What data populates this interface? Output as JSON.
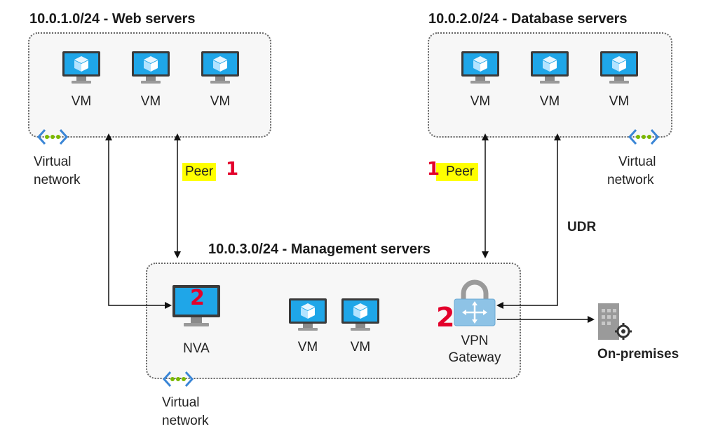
{
  "subnets": {
    "web": {
      "title": "10.0.1.0/24 - Web servers",
      "vm_labels": [
        "VM",
        "VM",
        "VM"
      ],
      "vnet_label": [
        "Virtual",
        "network"
      ]
    },
    "db": {
      "title": "10.0.2.0/24 - Database servers",
      "vm_labels": [
        "VM",
        "VM",
        "VM"
      ],
      "vnet_label": [
        "Virtual",
        "network"
      ]
    },
    "mgmt": {
      "title": "10.0.3.0/24 - Management servers",
      "nva_label": "NVA",
      "vm_labels": [
        "VM",
        "VM"
      ],
      "gateway_label": [
        "VPN",
        "Gateway"
      ],
      "vnet_label": [
        "Virtual",
        "network"
      ]
    }
  },
  "connections": {
    "peer_left": "Peer",
    "peer_right": "Peer",
    "udr": "UDR",
    "on_prem": "On-premises"
  },
  "annotations": {
    "peer_left_mark": "1",
    "peer_right_mark": "1",
    "nva_mark": "2",
    "gateway_mark": "2"
  },
  "colors": {
    "monitor_screen": "#1fa6e8",
    "monitor_frame": "#3a3a3a",
    "annotation_red": "#e3002b",
    "peer_highlight": "#ffff00",
    "vnet_arrow": "#3a86d6",
    "vnet_dots": "#7ab800"
  }
}
